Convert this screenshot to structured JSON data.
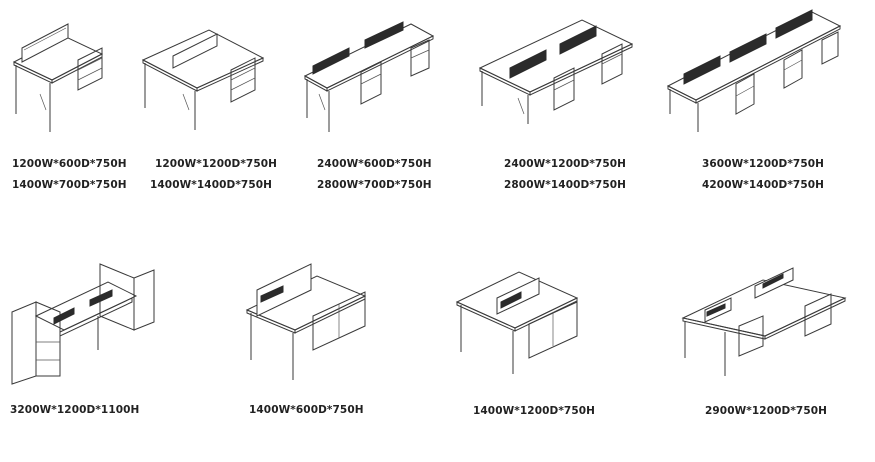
{
  "catalog": {
    "items": [
      {
        "sizes": [
          "1200W*600D*750H",
          "1400W*700D*750H"
        ]
      },
      {
        "sizes": [
          "1200W*1200D*750H",
          "1400W*1400D*750H"
        ]
      },
      {
        "sizes": [
          "2400W*600D*750H",
          "2800W*700D*750H"
        ]
      },
      {
        "sizes": [
          "2400W*1200D*750H",
          "2800W*1400D*750H"
        ]
      },
      {
        "sizes": [
          "3600W*1200D*750H",
          "4200W*1400D*750H"
        ]
      },
      {
        "sizes": [
          "3200W*1200D*1100H"
        ]
      },
      {
        "sizes": [
          "1400W*600D*750H"
        ]
      },
      {
        "sizes": [
          "1400W*1200D*750H"
        ]
      },
      {
        "sizes": [
          "2900W*1200D*750H"
        ]
      }
    ]
  }
}
